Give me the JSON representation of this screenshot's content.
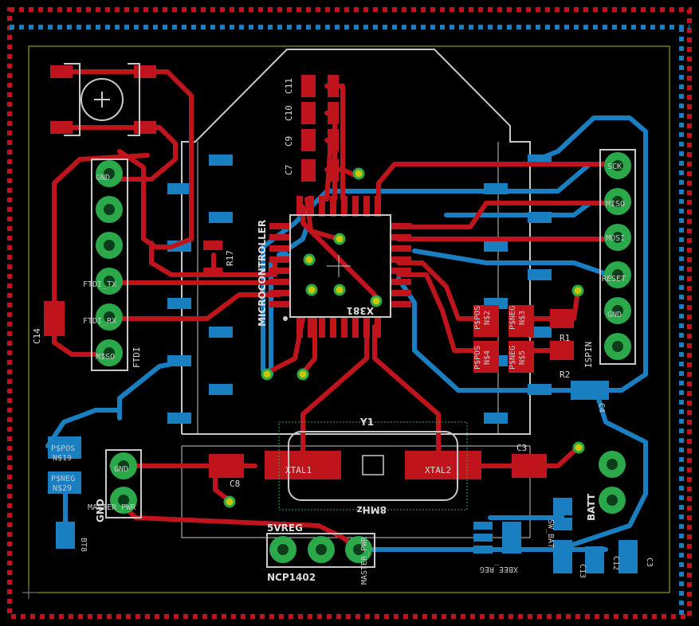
{
  "board": {
    "colors": {
      "background": "#000000",
      "top_copper": "#c0141c",
      "bottom_copper": "#1a7fc0",
      "silkscreen": "#c8c8c8",
      "via": "#2aa84a",
      "pad_ring": "#2aa84a",
      "board_outline": "#b8b800"
    }
  },
  "labels": {
    "mcu_name": "MICROCONTROLLER",
    "mcu_value": "X381",
    "crystal_ref": "Y1",
    "crystal_value": "8MHz",
    "xtal1": "XTAL1",
    "xtal2": "XTAL2",
    "c11": "C11",
    "c10": "C10",
    "c9": "C9",
    "c7": "C7",
    "r17": "R17",
    "c14": "C14",
    "r1": "R1",
    "r2": "R2",
    "c8": "C8",
    "c3": "C3",
    "c4": "C4",
    "ftdi": "FTDI",
    "ispin": "ISPIN",
    "gnd": "GND",
    "batt": "BATT",
    "sw_bat": "SW_BAT",
    "master_pwr": "MASTER_PWR",
    "vreg": "5VREG",
    "ncp": "NCP1402",
    "bt8": "BT8",
    "c13": "C13",
    "c12": "C12",
    "xbee_reg": "XBEE_REG",
    "ftdi_pins": [
      "GND",
      "",
      "",
      "FTDI_TX",
      "FTDI_RX",
      "MISO"
    ],
    "isp_pins": [
      "SCK",
      "MISO",
      "MOSI",
      "RESET",
      "GND",
      ""
    ],
    "pwr_pins": [
      "GND",
      "MASTER_PWR"
    ],
    "vreg_pin": "MASTER_PWR",
    "q_pos_a": "P$POS",
    "q_neg_a": "P$NEG",
    "q_id_1": "N$2",
    "q_id_2": "N$3",
    "q_id_3": "N$4",
    "q_id_4": "N$5",
    "q_id_5": "N$19",
    "q_id_6": "N$29"
  }
}
